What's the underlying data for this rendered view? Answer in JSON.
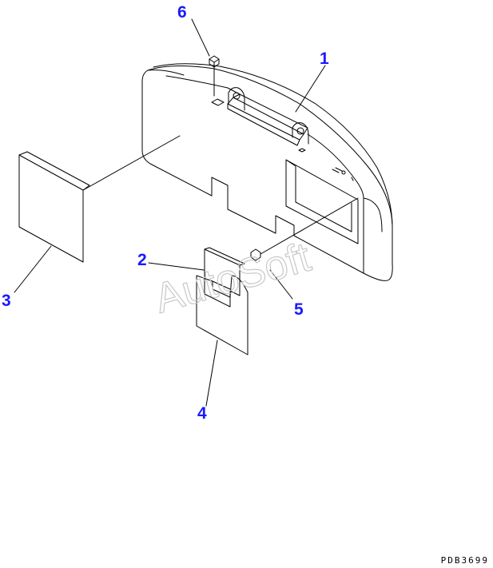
{
  "callouts": {
    "c1": "1",
    "c2": "2",
    "c3": "3",
    "c4": "4",
    "c5": "5",
    "c6": "6"
  },
  "watermark": "AutoSoft",
  "drawing_code": "PDB3699",
  "colors": {
    "line": "#000000",
    "callout": "#1a1aff",
    "watermark": "#c8c8c8",
    "background": "#ffffff"
  }
}
